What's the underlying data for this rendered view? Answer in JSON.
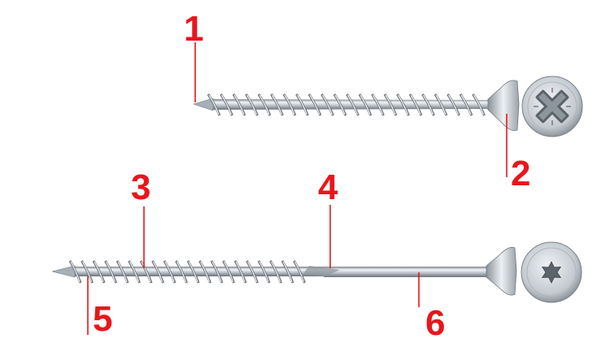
{
  "callouts": [
    {
      "number": "1"
    },
    {
      "number": "2"
    },
    {
      "number": "3"
    },
    {
      "number": "4"
    },
    {
      "number": "5"
    },
    {
      "number": "6"
    }
  ],
  "colors": {
    "callout": "#e8161c",
    "metal_light": "#f4f6f8",
    "metal_mid": "#b8bfc6",
    "metal_dark": "#6f7780",
    "background": "#ffffff"
  },
  "screws": [
    {
      "head_drive_icon": "pozidriv-cross-icon"
    },
    {
      "head_drive_icon": "torx-star-icon"
    }
  ]
}
